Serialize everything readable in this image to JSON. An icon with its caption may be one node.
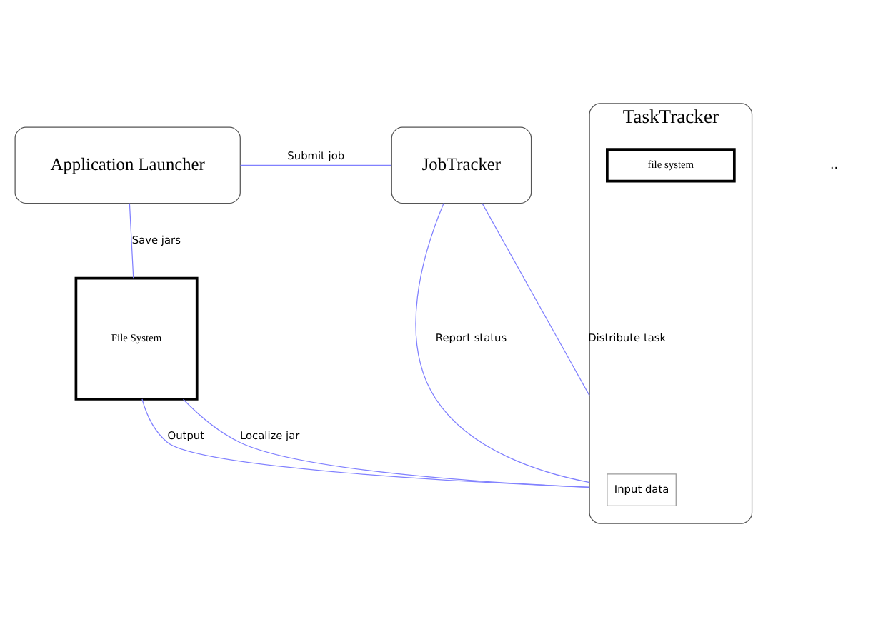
{
  "diagram": {
    "nodes": [
      {
        "text": [
          "Application Launcher"
        ]
      },
      {
        "text": [
          "JobTracker"
        ]
      },
      {
        "text": [
          "File System"
        ]
      },
      {
        "text": [
          "TaskTracker"
        ]
      },
      {
        "text": [
          "Input data"
        ],
        "in": 3
      },
      {
        "text": [
          "file system"
        ],
        "in": 3
      }
    ],
    "edges": [
      {
        "from": 0,
        "to": 1,
        "arrow": "none",
        "label": "Submit job"
      },
      {
        "from": 0,
        "to": 2,
        "arrow": "none",
        "label": "Save jars"
      },
      {
        "from": 1,
        "to": 3,
        "arrow": "none",
        "label": "Distribute task"
      },
      {
        "from": 1,
        "to": 3,
        "arrow": "none",
        "label": "Report status"
      },
      {
        "from": 2,
        "to": 3,
        "arrow": "none",
        "label": "Localize jar"
      },
      {
        "from": 2,
        "to": 3,
        "arrow": "none",
        "label": "Output"
      }
    ],
    "labels": [
      ".."
    ]
  }
}
